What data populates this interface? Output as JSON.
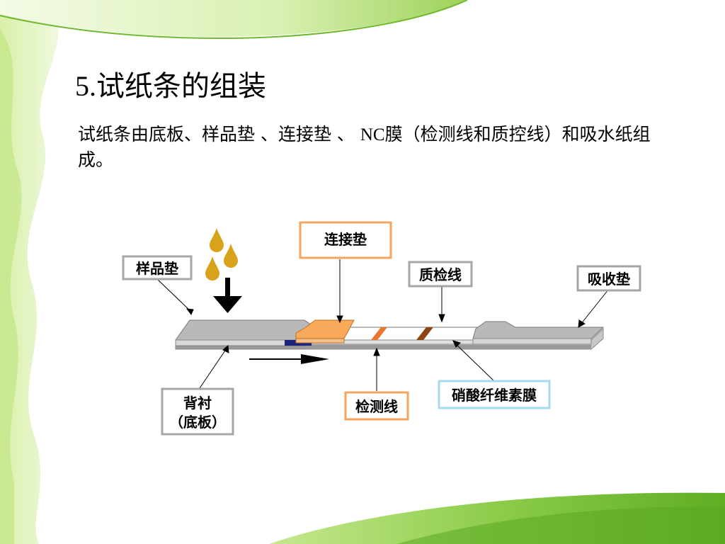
{
  "slide": {
    "title_number": "5.",
    "title_text": "试纸条的组装",
    "body_part1": "试纸条由底板、样品垫 、连接垫 、 ",
    "body_nc": "NC",
    "body_part2": "膜（检测线和质控线）和吸水纸组成。"
  },
  "diagram": {
    "labels": {
      "sample_pad": "样品垫",
      "conjugate_pad": "连接垫",
      "control_line": "质检线",
      "absorbent_pad": "吸收垫",
      "backing_line1": "背衬",
      "backing_line2": "（底板）",
      "test_line": "检测线",
      "nc_membrane": "硝酸纤维素膜"
    },
    "colors": {
      "grey_box_border": "#a6a6a6",
      "orange_box_border": "#f4a460",
      "blue_box_border": "#a8d8f0",
      "conjugate_pad": "#f8a95a",
      "test_line": "#e8762c",
      "control_line": "#8b4513",
      "drop": "#d9a21b",
      "leaf_light": "#d6f0a8",
      "leaf_mid": "#b5e07a",
      "leaf_dark": "#6bb82e"
    },
    "icons": [
      "water-drop-icon",
      "down-arrow-icon",
      "flow-direction-arrow-icon"
    ]
  }
}
